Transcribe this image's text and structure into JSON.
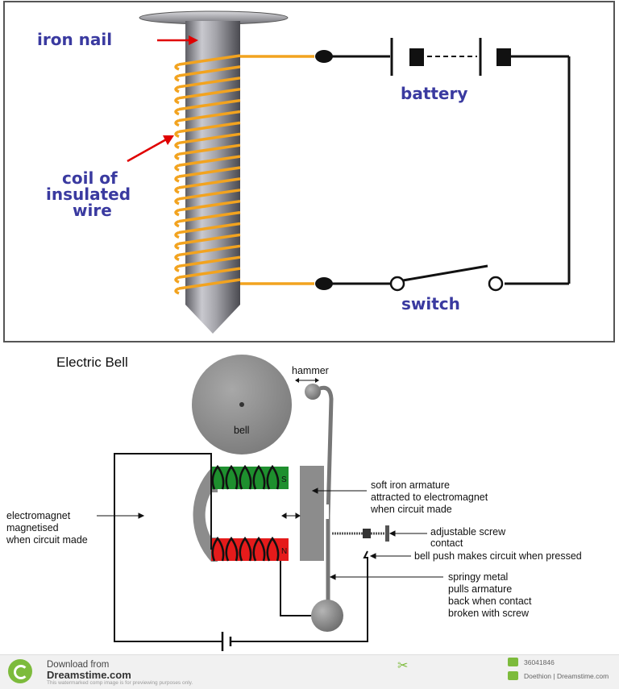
{
  "top_diagram": {
    "labels": {
      "iron_nail": "iron nail",
      "coil_line1": "coil of",
      "coil_line2": "insulated",
      "coil_line3": "wire",
      "battery": "battery",
      "switch": "switch"
    },
    "colors": {
      "label": "#3a3aa0",
      "wire": "#f2a31f",
      "arrow": "#e00000",
      "nail": "#9a9aa0"
    }
  },
  "bottom_diagram": {
    "title": "Electric Bell",
    "labels": {
      "hammer": "hammer",
      "bell": "bell",
      "south_pole": "S",
      "north_pole": "N",
      "soft_iron_line1": "soft iron armature",
      "soft_iron_line2": "attracted to electromagnet",
      "soft_iron_line3": "when circuit made",
      "electromagnet_line1": "electromagnet",
      "electromagnet_line2": "magnetised",
      "electromagnet_line3": "when circuit made",
      "adjustable_line1": "adjustable screw",
      "adjustable_line2": "contact",
      "bell_push": "bell push makes circuit when pressed",
      "springy_line1": "springy metal",
      "springy_line2": "pulls armature",
      "springy_line3": "back when contact",
      "springy_line4": "broken with screw"
    },
    "colors": {
      "coil_green": "#1e8f2e",
      "coil_red": "#e51b1b",
      "magnet": "#8c8c8c"
    }
  },
  "footer": {
    "download_from": "Download from",
    "site": "Dreamstime.com",
    "notice": "This watermarked comp image is for previewing purposes only.",
    "image_id": "36041846",
    "author": "Doethion | Dreamstime.com"
  }
}
